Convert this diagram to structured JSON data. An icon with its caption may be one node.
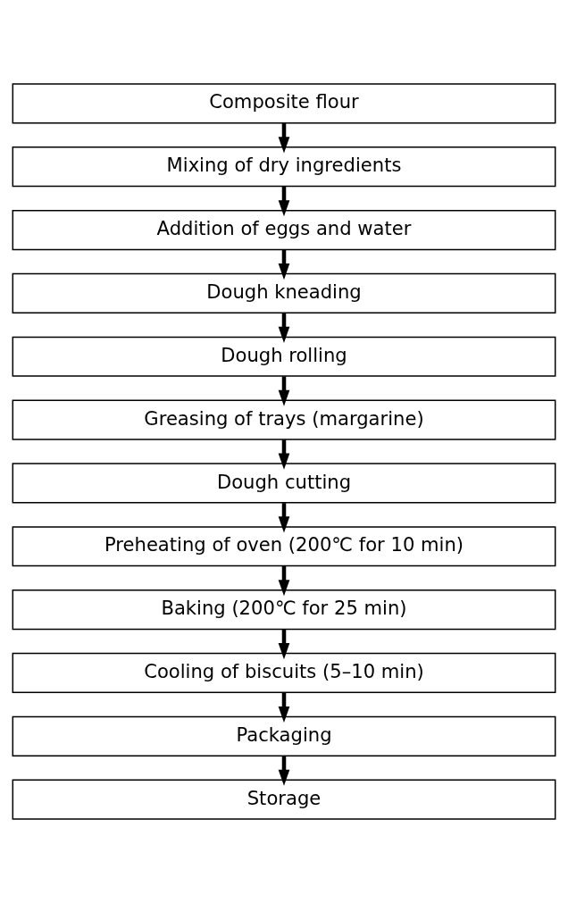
{
  "diagram": {
    "nodes": [
      {
        "text": [
          "Composite flour"
        ]
      },
      {
        "text": [
          "Mixing of dry ingredients"
        ]
      },
      {
        "text": [
          "Addition of eggs and water"
        ]
      },
      {
        "text": [
          "Dough kneading"
        ]
      },
      {
        "text": [
          "Dough rolling"
        ]
      },
      {
        "text": [
          "Greasing of trays (margarine)"
        ]
      },
      {
        "text": [
          "Dough cutting"
        ]
      },
      {
        "text": [
          "Preheating of oven (200℃ for 10 min)"
        ]
      },
      {
        "text": [
          "Baking (200℃ for 25 min)"
        ]
      },
      {
        "text": [
          "Cooling of biscuits (5–10 min)"
        ]
      },
      {
        "text": [
          "Packaging"
        ]
      },
      {
        "text": [
          "Storage"
        ]
      }
    ],
    "edges": [
      {
        "from": 0,
        "to": 1,
        "arrow": "to"
      },
      {
        "from": 1,
        "to": 2,
        "arrow": "to"
      },
      {
        "from": 2,
        "to": 3,
        "arrow": "to"
      },
      {
        "from": 3,
        "to": 4,
        "arrow": "to"
      },
      {
        "from": 4,
        "to": 5,
        "arrow": "to"
      },
      {
        "from": 5,
        "to": 6,
        "arrow": "to"
      },
      {
        "from": 6,
        "to": 7,
        "arrow": "to"
      },
      {
        "from": 7,
        "to": 8,
        "arrow": "to"
      },
      {
        "from": 8,
        "to": 9,
        "arrow": "to"
      },
      {
        "from": 9,
        "to": 10,
        "arrow": "to"
      },
      {
        "from": 10,
        "to": 11,
        "arrow": "to"
      }
    ]
  }
}
